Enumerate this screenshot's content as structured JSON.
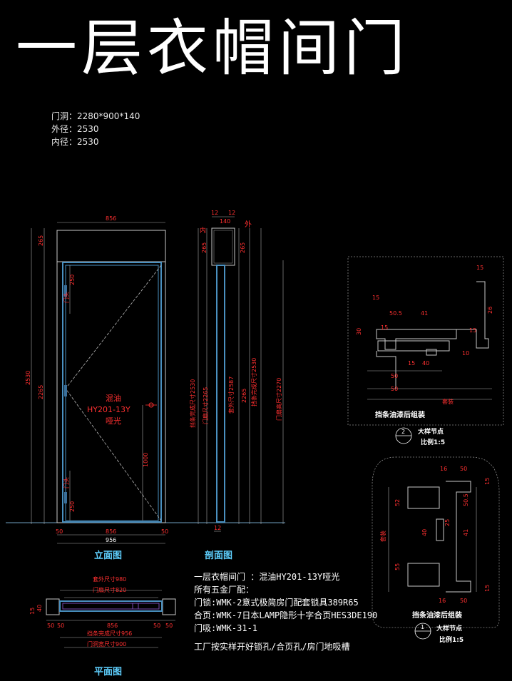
{
  "title": "一层衣帽间门",
  "specs": {
    "opening": "门洞：2280*900*140",
    "outer": "外径：2530",
    "inner": "内径：2530"
  },
  "elevation": {
    "label": "立面图",
    "finish_line1": "混油",
    "finish_line2": "HY201-13Y",
    "finish_line3": "哑光",
    "dims": {
      "top_width": "856",
      "header_h": "265",
      "total_h": "2530",
      "leaf_h": "2265",
      "d250_top": "250",
      "d250_bot": "250",
      "handle_h": "1000",
      "side_a": "50",
      "side_b": "50",
      "bottom_width": "856",
      "overall_width": "956"
    },
    "notes_top": "门头",
    "notes_bot": "门头"
  },
  "section": {
    "label": "剖面图",
    "inside_tag": "内",
    "outside_tag": "外",
    "dims": {
      "d12a": "12",
      "d140": "140",
      "d12b": "12",
      "header": "265",
      "v1": "挡条完成尺寸2530",
      "v2": "门扇尺寸2265",
      "v3": "套外尺寸2587",
      "v4": "挡条完成尺寸2530",
      "v5": "门扇高尺寸2270",
      "d2265": "2265",
      "bottom": "12"
    }
  },
  "plan": {
    "label": "平面图",
    "dims": {
      "top1": "套外尺寸980",
      "top2": "门扇尺寸820",
      "bot1": "挡条完成尺寸956",
      "bot2": "门洞宽尺寸900",
      "left_a": "15",
      "left_b": "40",
      "s1": "50",
      "s2": "50",
      "s3": "856",
      "s4": "50",
      "s5": "50"
    }
  },
  "detail2": {
    "caption": "挡条油漆后组装",
    "node_no": "2",
    "node_title": "大样节点",
    "scale": "比例1:5",
    "dims": [
      "15",
      "50.5",
      "41",
      "15",
      "30",
      "15",
      "15",
      "10",
      "40",
      "15",
      "50",
      "50",
      "26",
      "套装"
    ]
  },
  "detail1": {
    "caption": "挡条油漆后组装",
    "node_no": "1",
    "node_title": "大样节点",
    "scale": "比例1:5",
    "dims": [
      "16",
      "50",
      "15",
      "52",
      "50.5",
      "25",
      "41",
      "40",
      "55",
      "16",
      "50",
      "15",
      "套装"
    ]
  },
  "notes": {
    "line1": "一层衣帽间门  ：混油HY201-13Y哑光",
    "line2": "所有五金厂配：",
    "line3": "门锁:WMK-2意式极简房门配套锁具389R65",
    "line4": "合页:WMK-7日本LAMP隐形十字合页HES3DE190",
    "line5": "门吸:WMK-31-1",
    "line6": "工厂按实样开好锁孔/合页孔/房门地吸槽"
  },
  "colors": {
    "background": "#000000",
    "dimension": "#ff2020",
    "frame": "#5fb0d8",
    "label": "#5fd0ff"
  }
}
